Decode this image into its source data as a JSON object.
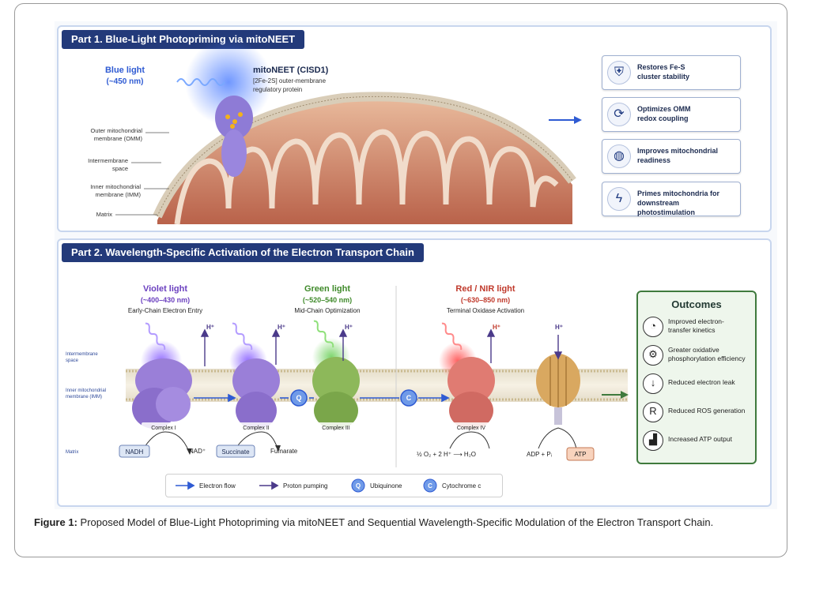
{
  "part1": {
    "title": "Part 1. Blue-Light Photopriming via mitoNEET",
    "blue_light": "Blue light",
    "blue_wavelength": "(~450 nm)",
    "protein_name": "mitoNEET (CISD1)",
    "protein_desc_1": "[2Fe-2S] outer-membrane",
    "protein_desc_2": "regulatory protein",
    "labels": {
      "omm_1": "Outer mitochondrial",
      "omm_2": "membrane (OMM)",
      "ims_1": "Intermembrane",
      "ims_2": "space",
      "imm_1": "Inner mitochondrial",
      "imm_2": "membrane (IMM)",
      "matrix": "Matrix"
    },
    "benefits": [
      {
        "icon": "shield-icon",
        "glyph": "⛨",
        "line1": "Restores Fe-S",
        "line2": "cluster stability"
      },
      {
        "icon": "cycle-icon",
        "glyph": "⟳",
        "line1": "Optimizes OMM",
        "line2": "redox coupling"
      },
      {
        "icon": "mitochondrion-icon",
        "glyph": "◍",
        "line1": "Improves mitochondrial",
        "line2": "readiness"
      },
      {
        "icon": "lightning-icon",
        "glyph": "ϟ",
        "line1": "Primes mitochondria for",
        "line2": "downstream photostimulation"
      }
    ]
  },
  "part2": {
    "title": "Part 2. Wavelength-Specific Activation of the Electron Transport Chain",
    "violet": {
      "name": "Violet light",
      "wl": "(~400–430 nm)",
      "desc": "Early-Chain Electron Entry"
    },
    "green": {
      "name": "Green light",
      "wl": "(~520–540 nm)",
      "desc": "Mid-Chain Optimization"
    },
    "red": {
      "name": "Red / NIR light",
      "wl": "(~630–850 nm)",
      "desc": "Terminal Oxidase Activation"
    },
    "side_labels": {
      "ims_1": "Intermembrane",
      "ims_2": "space",
      "imm_1": "Inner mitochondrial",
      "imm_2": "membrane (IMM)",
      "matrix": "Matrix"
    },
    "h_plus": "H⁺",
    "complexes": [
      "Complex I",
      "Complex II",
      "Complex III",
      "Complex IV"
    ],
    "carriers": {
      "q": "Q",
      "c": "C"
    },
    "substrates": {
      "nadh": "NADH",
      "nad": "NAD⁺",
      "succinate": "Succinate",
      "fumarate": "Fumarate",
      "o2_reaction": "½ O₂  +  2 H⁺  ⟶  H₂O",
      "adp": "ADP + Pᵢ",
      "atp": "ATP"
    },
    "outcomes": {
      "title": "Outcomes",
      "items": [
        {
          "icon": "gauge-icon",
          "glyph": "◔",
          "text_1": "Improved electron-",
          "text_2": "transfer kinetics"
        },
        {
          "icon": "gears-icon",
          "glyph": "⚙",
          "text_1": "Greater oxidative",
          "text_2": "phosphorylation efficiency"
        },
        {
          "icon": "down-arrow-icon",
          "glyph": "↓",
          "text_1": "Reduced electron leak",
          "text_2": ""
        },
        {
          "icon": "ros-icon",
          "glyph": "R",
          "text_1": "Reduced ROS generation",
          "text_2": ""
        },
        {
          "icon": "bar-growth-icon",
          "glyph": "▟",
          "text_1": "Increased ATP output",
          "text_2": ""
        }
      ]
    },
    "legend": {
      "electron_flow": "Electron flow",
      "proton_pumping": "Proton pumping",
      "ubiquinone": "Ubiquinone",
      "cytochrome": "Cytochrome c"
    }
  },
  "caption": {
    "label": "Figure 1:",
    "text": " Proposed Model of Blue-Light Photopriming via mitoNEET and Sequential Wavelength-Specific Modulation of the Electron Transport Chain."
  },
  "colors": {
    "title_bg": "#233a7a",
    "blue": "#2f5bd3",
    "violet": "#6a3fbf",
    "green": "#5a8a2a",
    "red": "#c0392b",
    "outcomes_border": "#3f7a3d"
  }
}
